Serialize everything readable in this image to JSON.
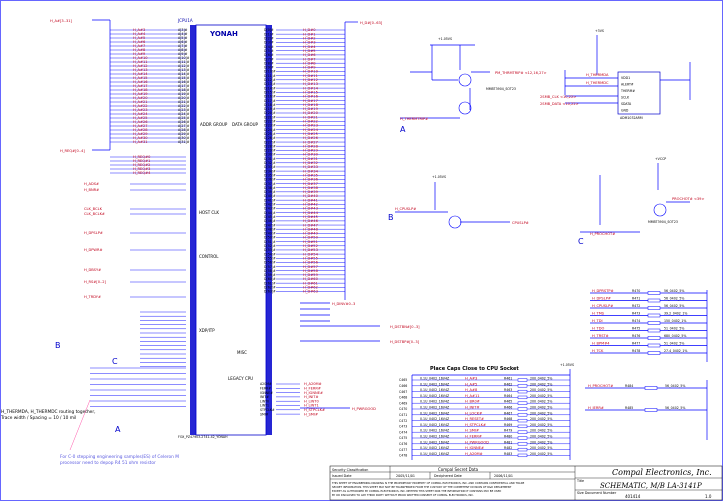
{
  "cpu": {
    "title": "YONAH",
    "ref": "JCPU1A",
    "addr_group": "ADDR GROUP",
    "data_group": "DATA GROUP",
    "host_clk": "HOST CLK",
    "control": "CONTROL",
    "xdp": "XDP/ITP",
    "misc": "MISC",
    "legacy": "LEGACY CPU",
    "pn": "FOX_PZ47903-2741-42_YONAH"
  },
  "left_nets": {
    "ha_top": "H_A#[3..31]",
    "hreq": "H_REQ#[0..4]",
    "hads": "H_ADS#",
    "hbnr": "H_BNR#",
    "bclk0": "CLK_BCLK",
    "bclk1": "CLK_BCLK#",
    "dpslp": "H_DPSLP#",
    "dpwr": "H_DPWR#",
    "dbsy": "H_DBSY#",
    "prsnt": "H_RS#[0..2]",
    "trdy": "H_TRDY#"
  },
  "right_nets": {
    "hd_top": "H_D#[0..63]",
    "dinv": "H_DINV#0..3",
    "dstbn": "H_DSTBN#[0..3]",
    "dstbp": "H_DSTBP#[0..3]",
    "pwrgd": "H_PWRGOOD"
  },
  "letters": {
    "a": "A",
    "b": "B",
    "c": "C"
  },
  "thermal": {
    "rail": "+1.05VS",
    "part": "MMBT3904_SOT23",
    "net": "H_THERMTRIP#",
    "out": "PM_THRMTRIP# <12,16,27>",
    "chip": "ADM1032ARM",
    "chip_pins": [
      "VDD1",
      "ALERT#",
      "THERM#",
      "SCLK",
      "SDATA",
      "GND"
    ],
    "rail3": "+3VS",
    "d_plus": "H_THERMDA",
    "d_minus": "H_THERMDC",
    "smb_clk": "2SMB_CLK <10,22>",
    "smb_data": "2SMB_DATA <10,22>"
  },
  "proc": {
    "rail": "+1.05VS",
    "net_b": "H_CPUSLP#",
    "out_b": "CPUSLP#",
    "rail2": "+VCCP",
    "net_c": "H_PROCHOT#",
    "part": "MMBT3904_SOT23",
    "out_c": "PROCHOT# <39>"
  },
  "pullups": [
    {
      "net": "H_DPRSTP#",
      "ref": "R470",
      "val": "56_0402_5%"
    },
    {
      "net": "H_DPSLP#",
      "ref": "R471",
      "val": "56_0402_5%"
    },
    {
      "net": "H_CPUSLP#",
      "ref": "R472",
      "val": "56_0402_5%"
    },
    {
      "net": "H_TMS",
      "ref": "R473",
      "val": "39.2_0402_1%"
    },
    {
      "net": "H_TDI",
      "ref": "R474",
      "val": "150_0402_1%"
    },
    {
      "net": "H_TDO",
      "ref": "R475",
      "val": "51_0402_5%"
    },
    {
      "net": "H_TRST#",
      "ref": "R476",
      "val": "680_0402_5%"
    },
    {
      "net": "H_BPM#4",
      "ref": "R477",
      "val": "51_0402_5%"
    },
    {
      "net": "H_TCK",
      "ref": "R478",
      "val": "27.4_0402_1%"
    }
  ],
  "caps": {
    "title": "Place Caps Close to CPU Socket",
    "rail": "+1.05VS",
    "rows": [
      {
        "ref": "C465",
        "cap": "0.1U_0402_16V4Z",
        "net": "H_A#3",
        "r": "R461",
        "rv": "200_0402_5%"
      },
      {
        "ref": "C466",
        "cap": "0.1U_0402_16V4Z",
        "net": "H_A#5",
        "r": "R462",
        "rv": "200_0402_5%"
      },
      {
        "ref": "C467",
        "cap": "0.1U_0402_16V4Z",
        "net": "H_A#8",
        "r": "R463",
        "rv": "200_0402_5%"
      },
      {
        "ref": "C468",
        "cap": "0.1U_0402_16V4Z",
        "net": "H_A#11",
        "r": "R464",
        "rv": "200_0402_5%"
      },
      {
        "ref": "C469",
        "cap": "0.1U_0402_16V4Z",
        "net": "H_BR0#",
        "r": "R465",
        "rv": "200_0402_5%"
      },
      {
        "ref": "C470",
        "cap": "0.1U_0402_16V4Z",
        "net": "H_INIT#",
        "r": "R466",
        "rv": "200_0402_5%"
      },
      {
        "ref": "C471",
        "cap": "0.1U_0402_16V4Z",
        "net": "H_LOCK#",
        "r": "R467",
        "rv": "200_0402_5%"
      },
      {
        "ref": "C472",
        "cap": "0.1U_0402_16V4Z",
        "net": "H_RESET#",
        "r": "R468",
        "rv": "200_0402_5%"
      },
      {
        "ref": "C473",
        "cap": "0.1U_0402_16V4Z",
        "net": "H_STPCLK#",
        "r": "R469",
        "rv": "200_0402_5%"
      },
      {
        "ref": "C474",
        "cap": "0.1U_0402_16V4Z",
        "net": "H_SMI#",
        "r": "R479",
        "rv": "200_0402_5%"
      },
      {
        "ref": "C475",
        "cap": "0.1U_0402_16V4Z",
        "net": "H_FERR#",
        "r": "R480",
        "rv": "200_0402_5%"
      },
      {
        "ref": "C476",
        "cap": "0.1U_0402_16V4Z",
        "net": "H_PWRGOOD",
        "r": "R481",
        "rv": "200_0402_5%"
      },
      {
        "ref": "C477",
        "cap": "0.1U_0402_16V4Z",
        "net": "H_IGNNE#",
        "r": "R482",
        "rv": "200_0402_5%"
      },
      {
        "ref": "C478",
        "cap": "0.1U_0402_16V4Z",
        "net": "H_A20M#",
        "r": "R483",
        "rv": "200_0402_5%"
      }
    ]
  },
  "pm": [
    {
      "net": "H_PROCHOT#",
      "ref": "R484",
      "val": "56_0402_5%"
    },
    {
      "net": "H_IERR#",
      "ref": "R485",
      "val": "56_0402_5%"
    }
  ],
  "notes": {
    "therm": "H_THERMDA, H_THERMDC routing together,\nTrace width / Spacing = 10 / 10 mil",
    "stepping": "For C-0 stepping engineering samples(ES) of Celeron M\nprocessor need to depop R4 51 ohm resistor"
  },
  "titleblock": {
    "security_label": "Security Classification",
    "security": "Compal Secret Data",
    "issued_label": "Issued Date",
    "issued": "2005/11/01",
    "deciphered_label": "Deciphered Date",
    "deciphered": "2006/11/01",
    "company": "Compal Electronics, Inc.",
    "title_label": "Title",
    "title": "SCHEMATIC, M/B LA-3141P",
    "doc_label": "Size  Document Number",
    "doc": "401414",
    "rev": "1.0",
    "notice": "THIS SHEET OF ENGINEERING DRAWING IS THE PROPRIETARY PROPERTY OF COMPAL ELECTRONICS, INC. AND CONTAINS CONFIDENTIAL AND TRADE SECRET INFORMATION. THIS SHEET MAY NOT BE TRANSFERRED FROM THE CUSTODY OF THE COMPETENT DIVISION OF R&D DEPARTMENT EXCEPT AS AUTHORIZED BY COMPAL ELECTRONICS, INC. NEITHER THIS SHEET NOR THE INFORMATION IT CONTAINS MAY BE USED BY OR DISCLOSED TO ANY THIRD PARTY WITHOUT PRIOR WRITTEN CONSENT OF COMPAL ELECTRONICS, INC."
  },
  "colors": {
    "wire": "#0000ff",
    "net": "#c0001a",
    "body": "#0000cc",
    "text": "#000000",
    "bg": "#ffffff"
  }
}
